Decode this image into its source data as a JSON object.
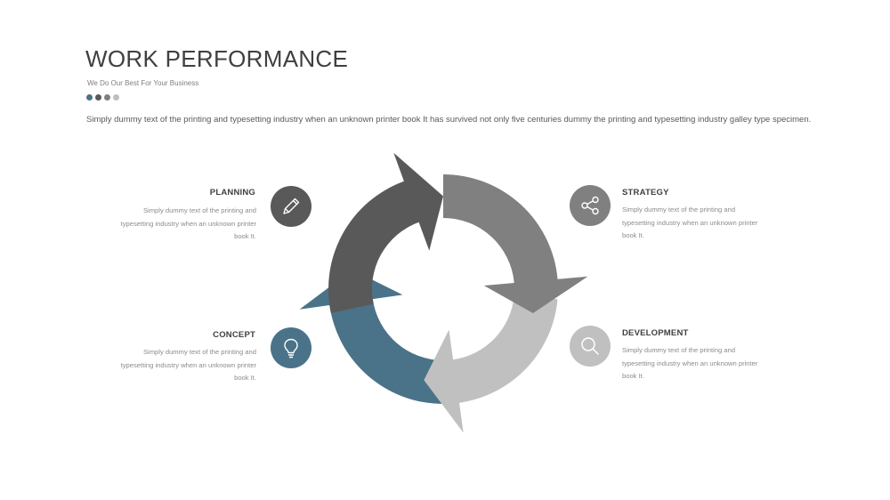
{
  "header": {
    "title": "WORK PERFORMANCE",
    "subtitle": "We Do Our Best For Your Business",
    "dot_colors": [
      "#4a7389",
      "#595959",
      "#7f7f7f",
      "#bfbfbf"
    ],
    "intro": "Simply dummy text of the printing and typesetting industry when an unknown printer book It has survived not only five centuries dummy  the printing and typesetting industry galley type specimen."
  },
  "colors": {
    "planning": "#595959",
    "strategy": "#808080",
    "development": "#c0c0c0",
    "concept": "#4a7389"
  },
  "steps": {
    "planning": {
      "title": "PLANNING",
      "desc": "Simply dummy text of the printing and typesetting industry when an unknown printer book It.",
      "icon": "pencil-icon"
    },
    "strategy": {
      "title": "STRATEGY",
      "desc": "Simply dummy text of the printing and typesetting industry when an unknown printer book It.",
      "icon": "share-icon"
    },
    "concept": {
      "title": "CONCEPT",
      "desc": "Simply dummy text of the printing and typesetting industry when an unknown printer book It.",
      "icon": "lightbulb-icon"
    },
    "development": {
      "title": "DEVELOPMENT",
      "desc": "Simply dummy text of the printing and typesetting industry when an unknown printer book It.",
      "icon": "search-icon"
    }
  }
}
